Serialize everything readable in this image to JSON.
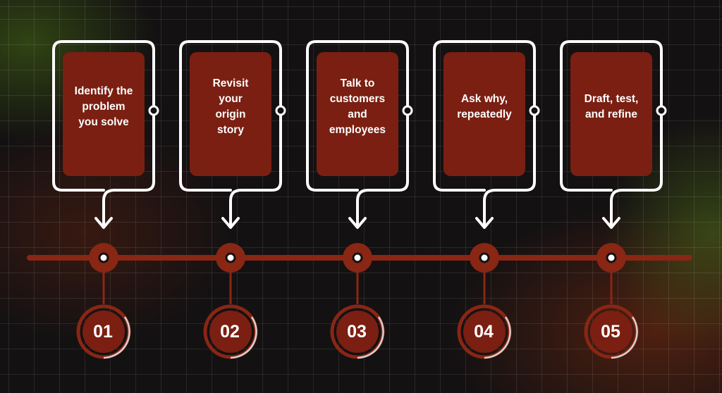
{
  "colors": {
    "accent": "#7a1f12",
    "node_ring": "#8a2614",
    "outline": "#ffffff",
    "background": "#141112"
  },
  "steps": [
    {
      "number": "01",
      "label": "Identify the\nproblem\nyou solve"
    },
    {
      "number": "02",
      "label": "Revisit\nyour\norigin\nstory"
    },
    {
      "number": "03",
      "label": "Talk to\ncustomers\nand\nemployees"
    },
    {
      "number": "04",
      "label": "Ask why,\nrepeatedly"
    },
    {
      "number": "05",
      "label": "Draft, test,\nand refine"
    }
  ]
}
